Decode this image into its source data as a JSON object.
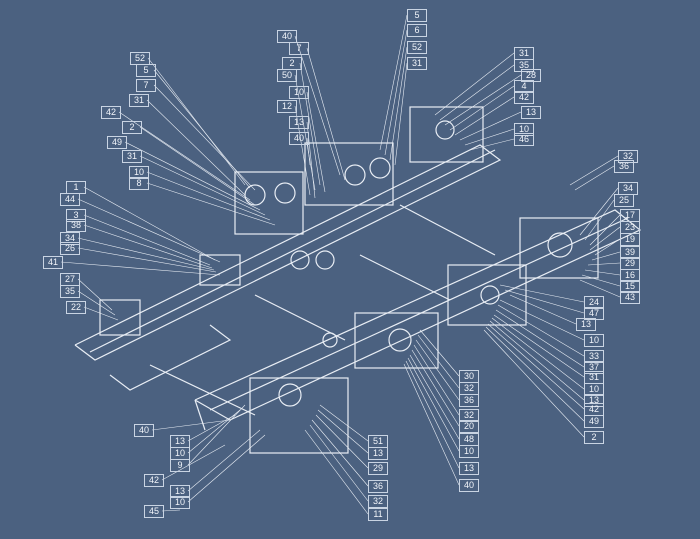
{
  "drawing": {
    "description_visible": false,
    "callouts": [
      "5",
      "6",
      "52",
      "31",
      "40",
      "7",
      "2",
      "50",
      "10",
      "12",
      "13",
      "40",
      "52",
      "5",
      "7",
      "31",
      "42",
      "2",
      "49",
      "31",
      "10",
      "8",
      "31",
      "35",
      "28",
      "4",
      "42",
      "13",
      "10",
      "46",
      "32",
      "36",
      "34",
      "25",
      "17",
      "23",
      "19",
      "39",
      "29",
      "16",
      "15",
      "43",
      "1",
      "44",
      "3",
      "38",
      "34",
      "26",
      "41",
      "27",
      "35",
      "22",
      "24",
      "47",
      "13",
      "10",
      "33",
      "37",
      "31",
      "10",
      "13",
      "42",
      "49",
      "2",
      "30",
      "32",
      "36",
      "32",
      "20",
      "48",
      "10",
      "13",
      "40",
      "40",
      "13",
      "10",
      "9",
      "51",
      "13",
      "29",
      "42",
      "13",
      "10",
      "36",
      "32",
      "45",
      "11"
    ]
  }
}
